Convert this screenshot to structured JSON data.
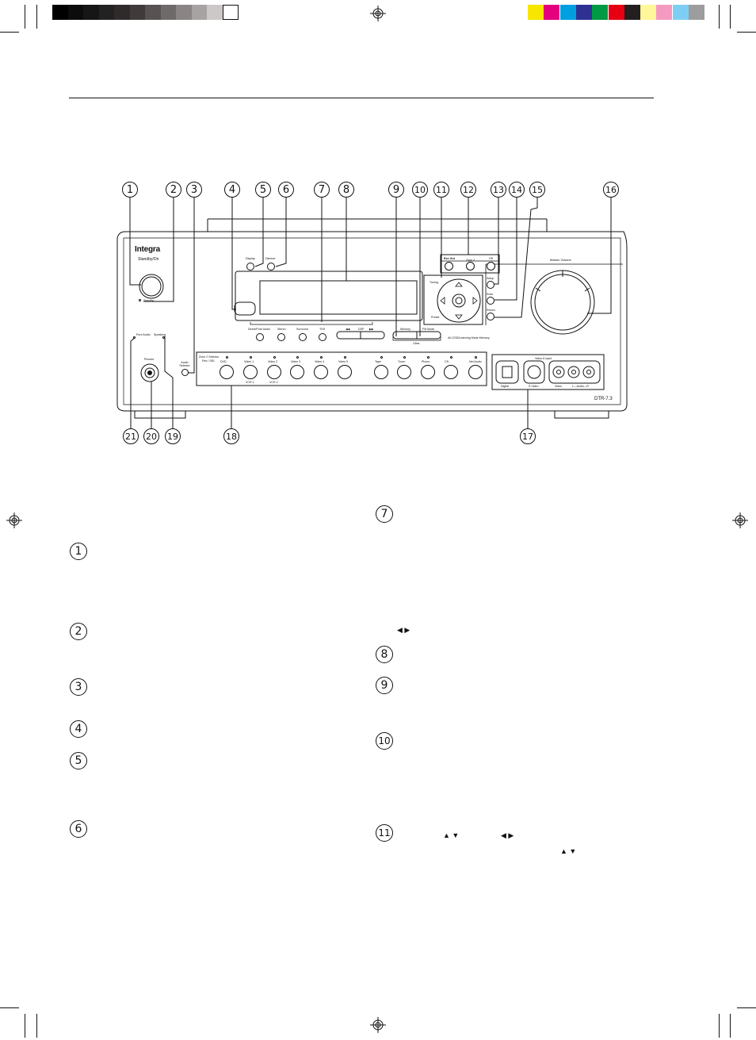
{
  "color_bar": {
    "grays": [
      "#000000",
      "#0c0c0c",
      "#161616",
      "#222222",
      "#2f2b2b",
      "#403a3a",
      "#585252",
      "#6f6a6a",
      "#8a8484",
      "#a8a3a3",
      "#cdc8c8",
      "#ffffff"
    ],
    "colors": [
      "#f6e600",
      "#e5007e",
      "#00a0e0",
      "#2e3192",
      "#009944",
      "#e60012",
      "#231f20",
      "#fff799",
      "#f49ac1",
      "#7ecef4",
      "#9d9d9d"
    ]
  },
  "panel": {
    "brand": "Integra",
    "standby_on": "Standby/On",
    "standby": "Standby",
    "display_btn": "Display",
    "dimmer_btn": "Dimmer",
    "direct_pure_audio": "Direct/Pure Audio",
    "stereo": "Stereo",
    "surround": "Surround",
    "thx": "THX",
    "dsp": "DSP",
    "memory": "Memory",
    "fm_mode": "FM Mode",
    "clear": "Clear",
    "rec_out": "Rec Out",
    "zone2": "Zone 2",
    "off": "Off",
    "tuning": "Tuning",
    "preset": "Preset",
    "setup": "Setup",
    "enter": "Enter",
    "return": "Return",
    "master_volume": "Master Volume",
    "av_osd": "AV-OSD/Listening Mode Memory",
    "pure_audio": "Pure Audio",
    "speaking": "Speaking",
    "phones": "Phones",
    "audio_selector": "Audio Selector",
    "zone2_selector": "Zone 2 Selector",
    "rec_sel": "Rec / SEL",
    "inputs": [
      "DVD",
      "Video 1",
      "Video 2",
      "Video 3",
      "Video 4",
      "Video 5",
      "Tape",
      "Tuner",
      "Phono",
      "CD",
      "Net Audio"
    ],
    "vcr1": "VCR 1",
    "vcr2": "VCR 2",
    "video_input": "Video 6 Input",
    "digital": "Digital",
    "svideo": "S Video",
    "video": "Video",
    "audio_lr": "L—Audio—R",
    "model": "DTR-7.3"
  },
  "callouts": [
    "1",
    "2",
    "3",
    "4",
    "5",
    "6",
    "7",
    "8",
    "9",
    "10",
    "11",
    "12",
    "13",
    "14",
    "15",
    "16",
    "17",
    "18",
    "19",
    "20",
    "21"
  ],
  "left_list": [
    "1",
    "2",
    "3",
    "4",
    "5",
    "6"
  ],
  "right_list": [
    "7",
    "8",
    "9",
    "10",
    "11"
  ],
  "arrows": {
    "left_right": "◀ ▶",
    "up_down": "▲ ▼"
  }
}
